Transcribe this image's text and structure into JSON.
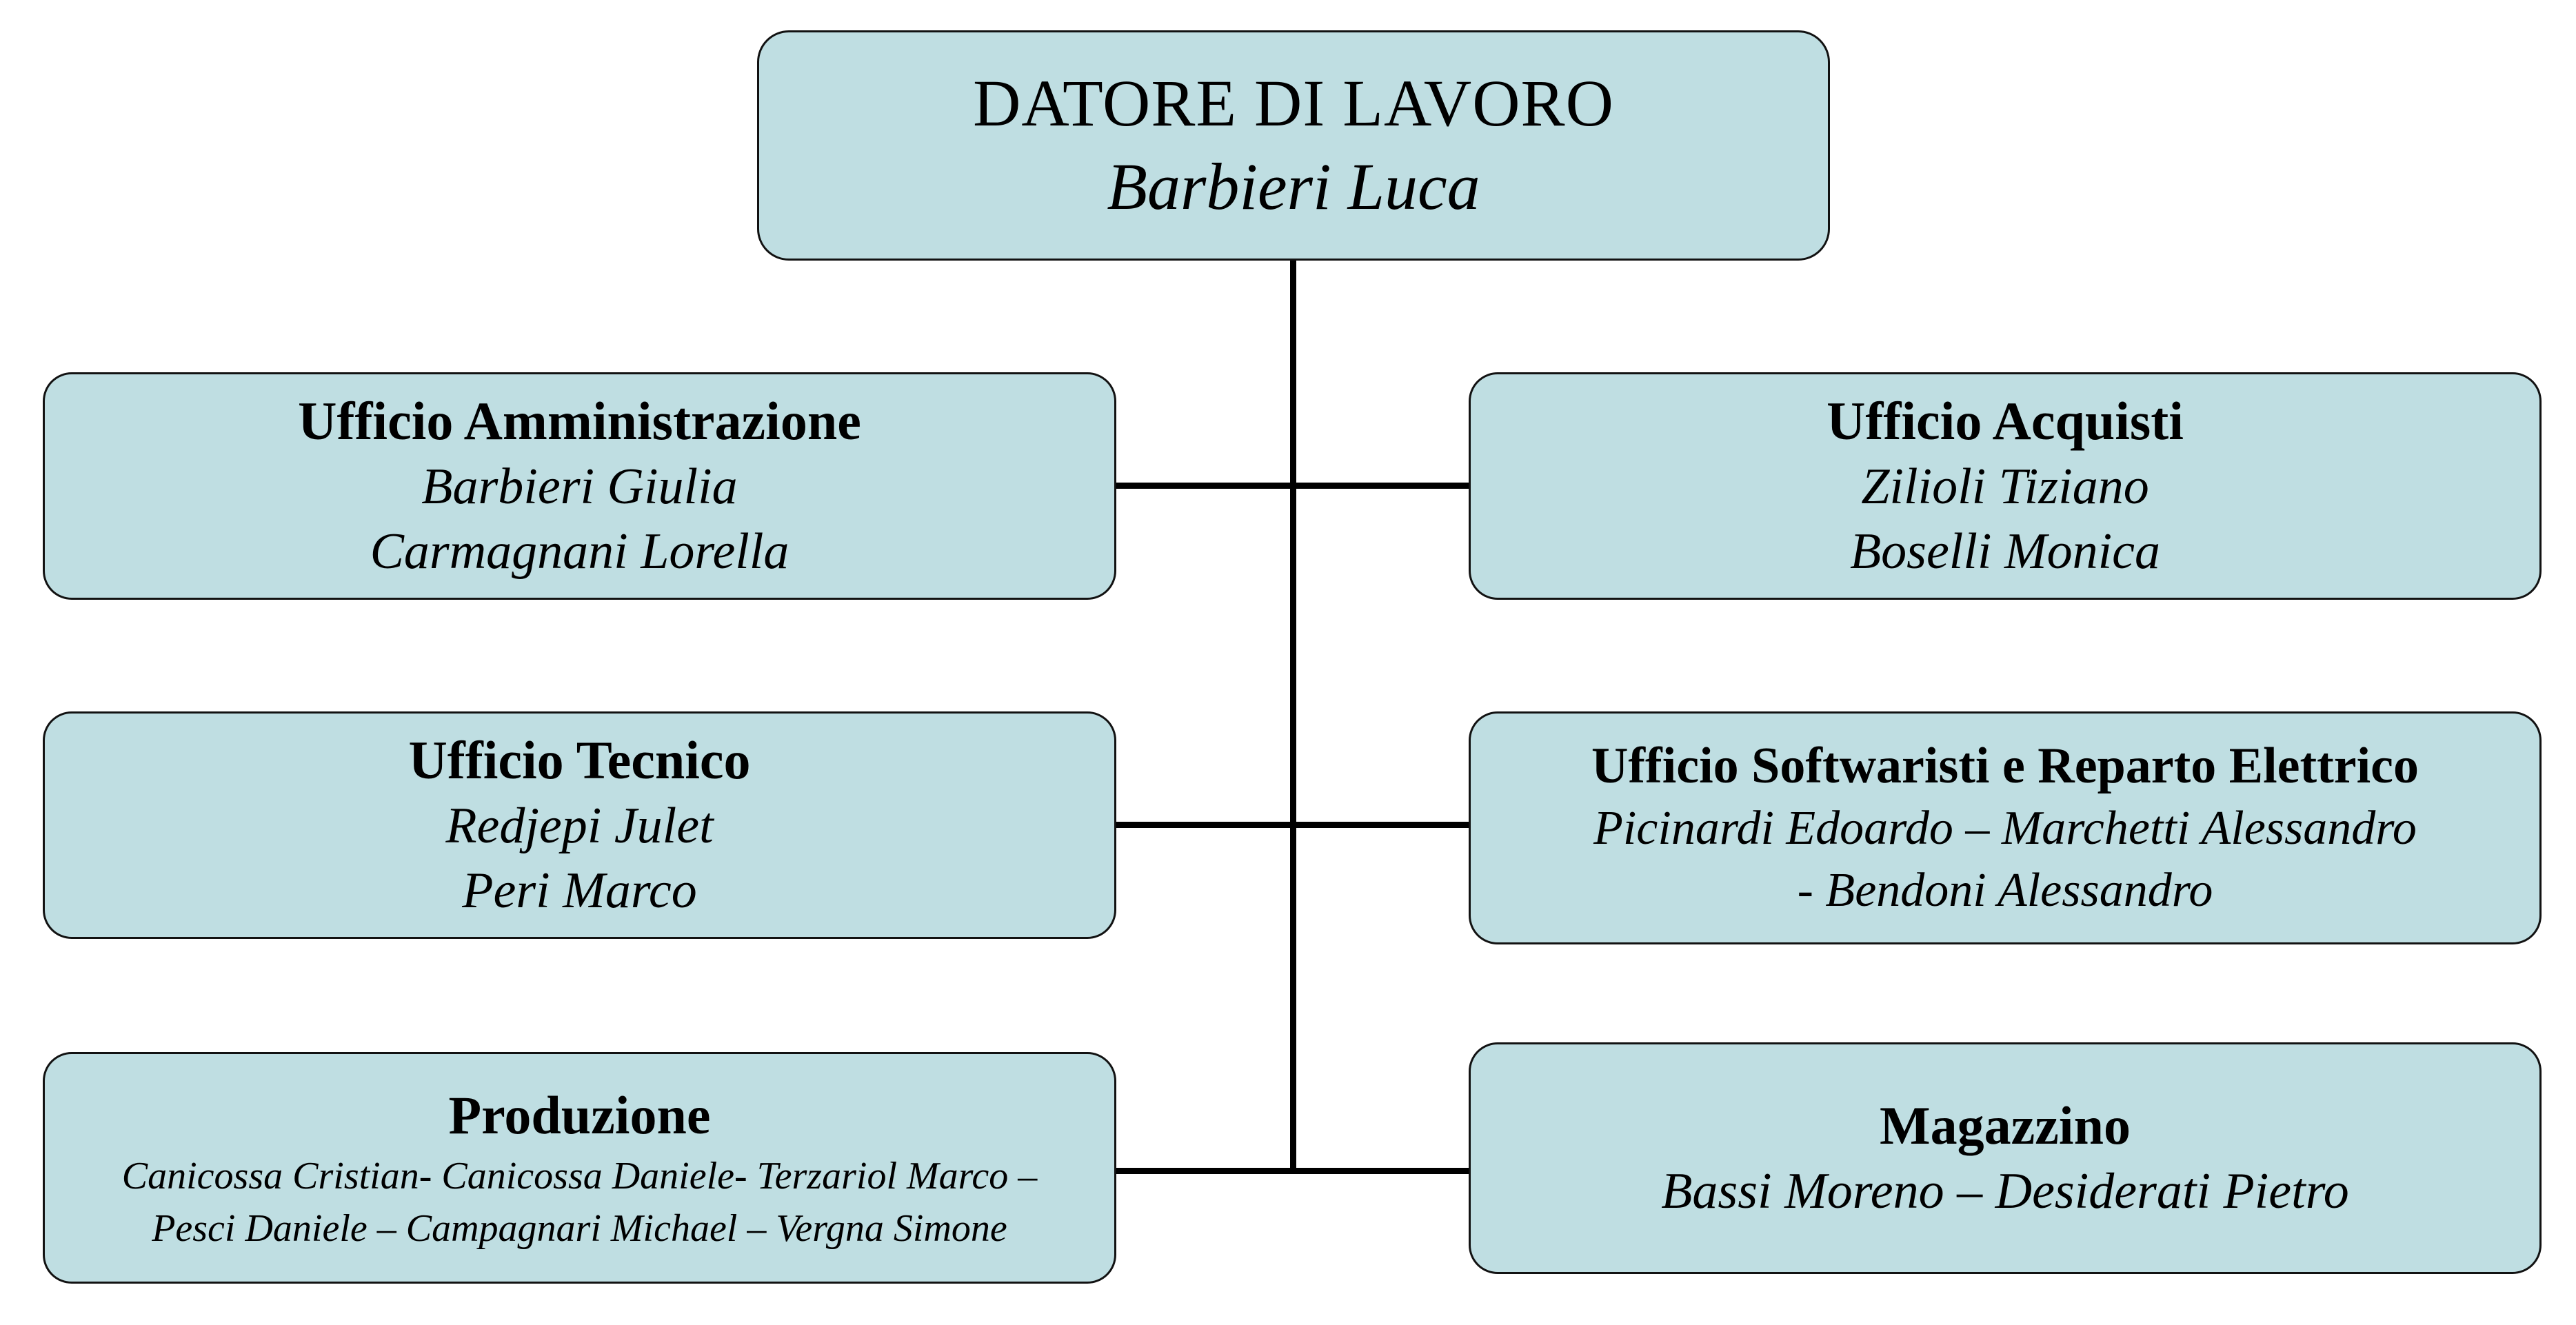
{
  "chart_type": "organization-chart",
  "theme": {
    "box_fill": "#bfdee2",
    "box_border": "#121212",
    "connector": "#000000",
    "background": "#ffffff",
    "text": "#000000"
  },
  "nodes": {
    "root": {
      "title": "DATORE DI LAVORO",
      "people": [
        "Barbieri Luca"
      ]
    },
    "amministrazione": {
      "title": "Ufficio Amministrazione",
      "people": [
        "Barbieri Giulia",
        "Carmagnani Lorella"
      ]
    },
    "acquisti": {
      "title": "Ufficio Acquisti",
      "people": [
        "Zilioli Tiziano",
        "Boselli Monica"
      ]
    },
    "tecnico": {
      "title": "Ufficio Tecnico",
      "people": [
        "Redjepi Julet",
        "Peri Marco"
      ]
    },
    "softwaristi": {
      "title": "Ufficio Softwaristi e Reparto Elettrico",
      "people": [
        "Picinardi Edoardo – Marchetti Alessandro",
        "- Bendoni Alessandro"
      ]
    },
    "produzione": {
      "title": "Produzione",
      "people": [
        "Canicossa Cristian- Canicossa Daniele- Terzariol Marco –",
        "Pesci Daniele – Campagnari Michael – Vergna Simone"
      ]
    },
    "magazzino": {
      "title": "Magazzino",
      "people": [
        "Bassi Moreno – Desiderati Pietro"
      ]
    }
  }
}
